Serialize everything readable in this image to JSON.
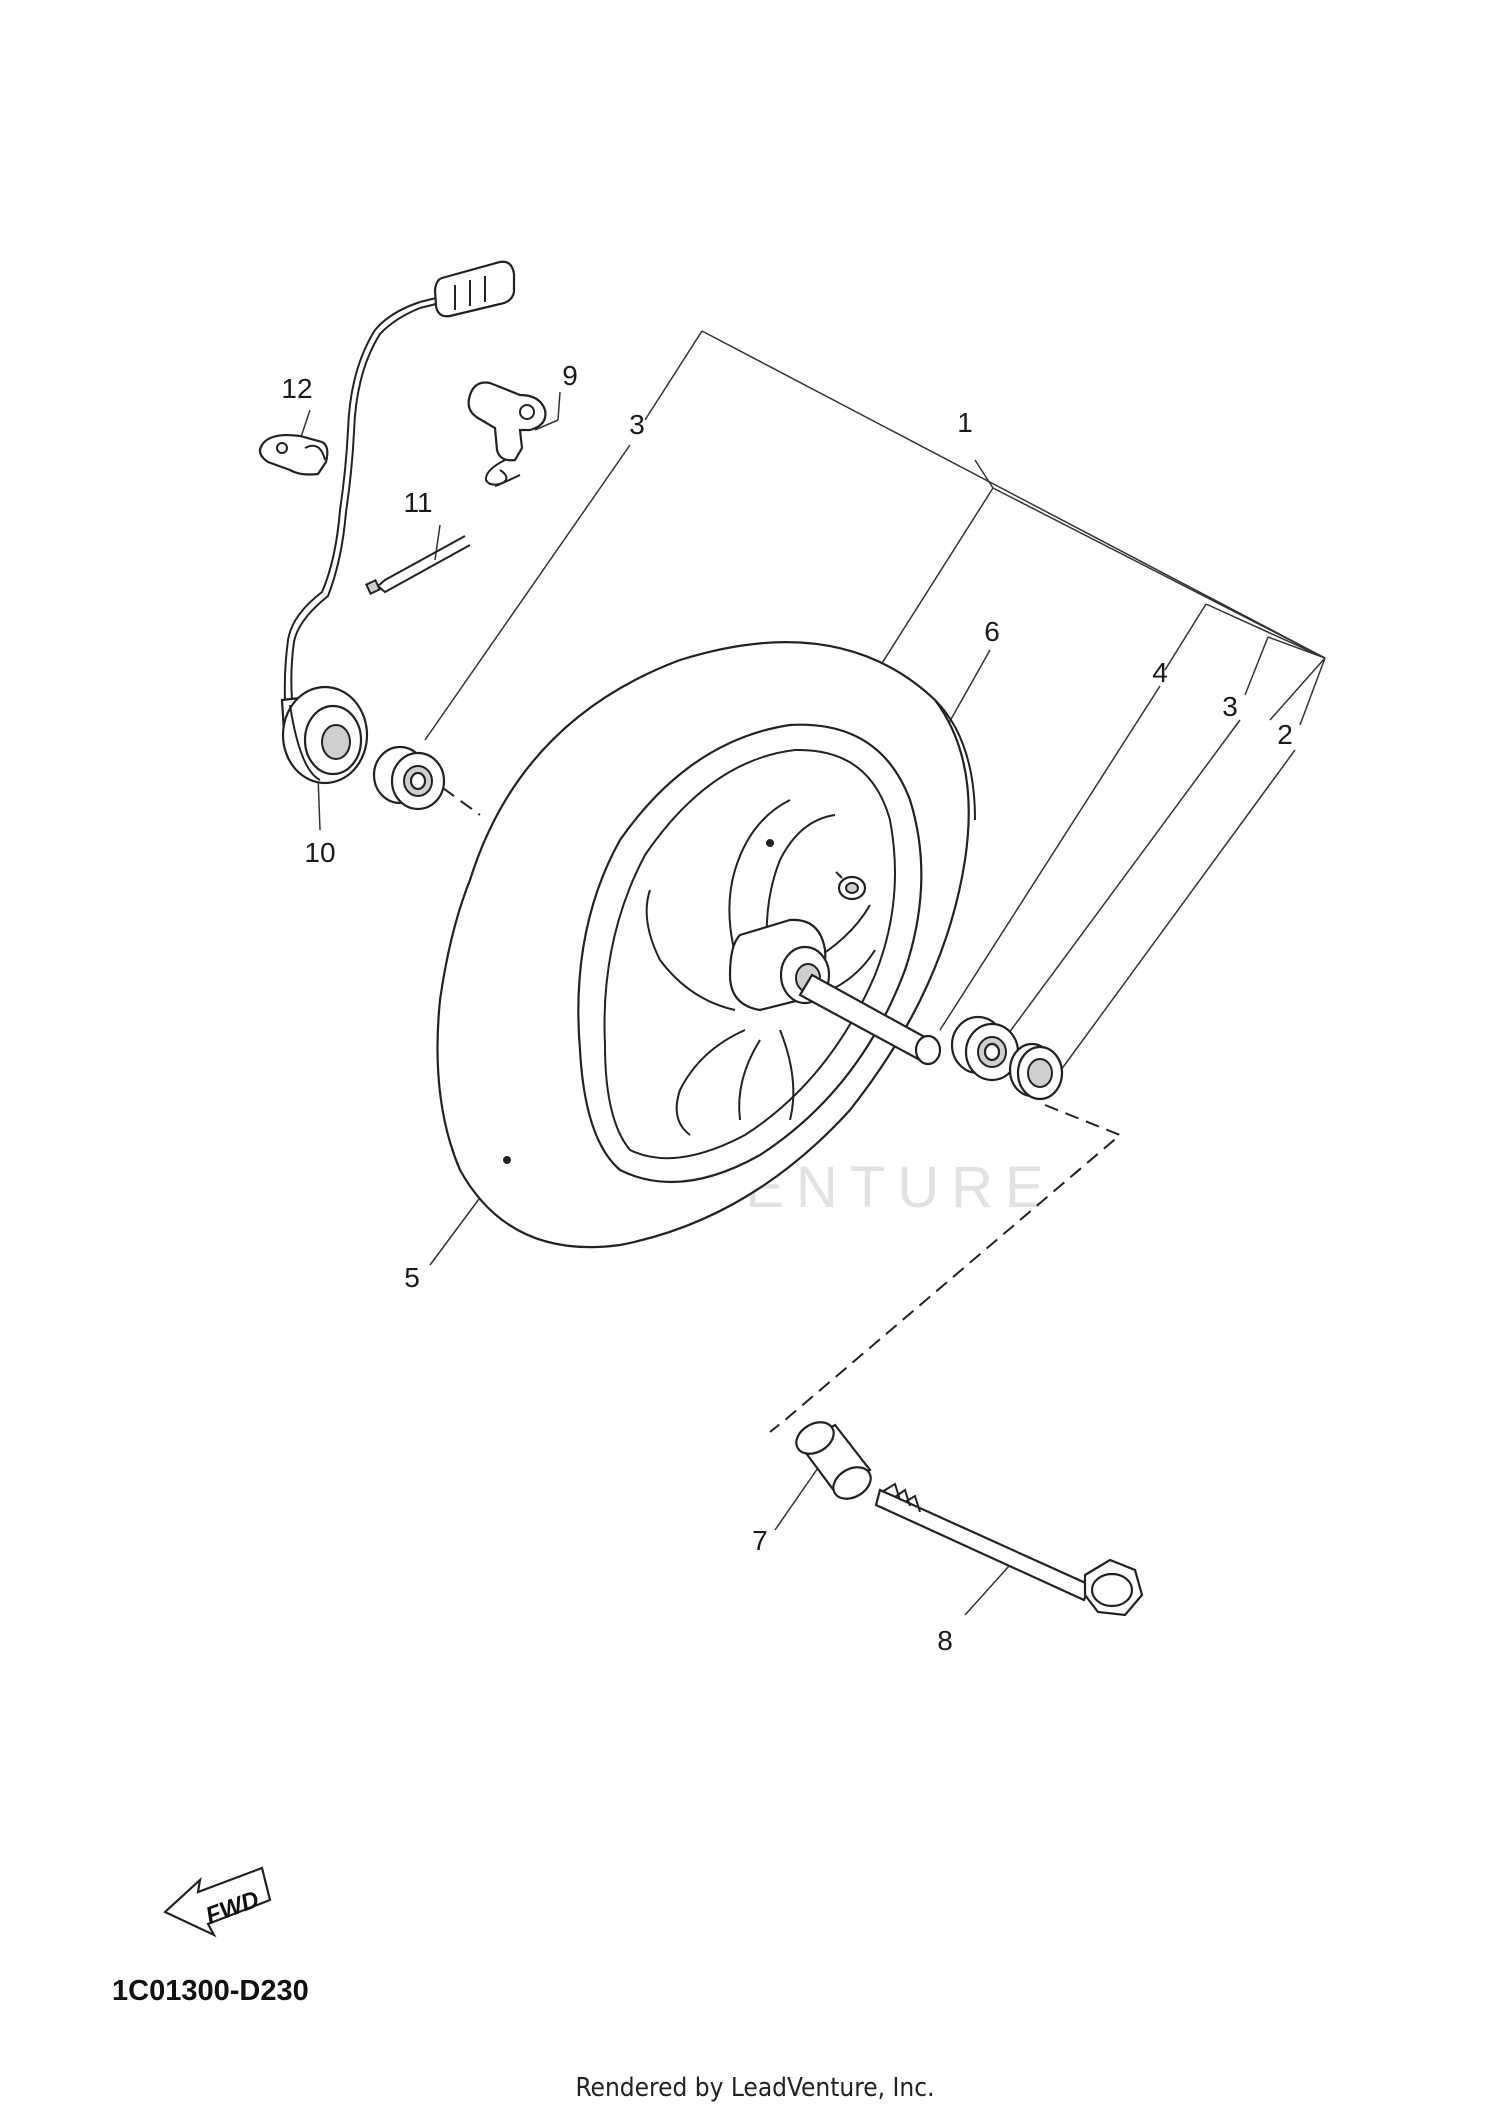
{
  "diagram": {
    "callouts": [
      {
        "id": "c1",
        "text": "1"
      },
      {
        "id": "c2",
        "text": "2"
      },
      {
        "id": "c3a",
        "text": "3"
      },
      {
        "id": "c3b",
        "text": "3"
      },
      {
        "id": "c4",
        "text": "4"
      },
      {
        "id": "c5",
        "text": "5"
      },
      {
        "id": "c6",
        "text": "6"
      },
      {
        "id": "c7",
        "text": "7"
      },
      {
        "id": "c8",
        "text": "8"
      },
      {
        "id": "c9",
        "text": "9"
      },
      {
        "id": "c10",
        "text": "10"
      },
      {
        "id": "c11",
        "text": "11"
      },
      {
        "id": "c12",
        "text": "12"
      }
    ],
    "fwd_label": "FWD",
    "diagram_code": "1C01300-D230",
    "watermark": "LEADVENTURE",
    "footer": "Rendered by LeadVenture, Inc."
  }
}
